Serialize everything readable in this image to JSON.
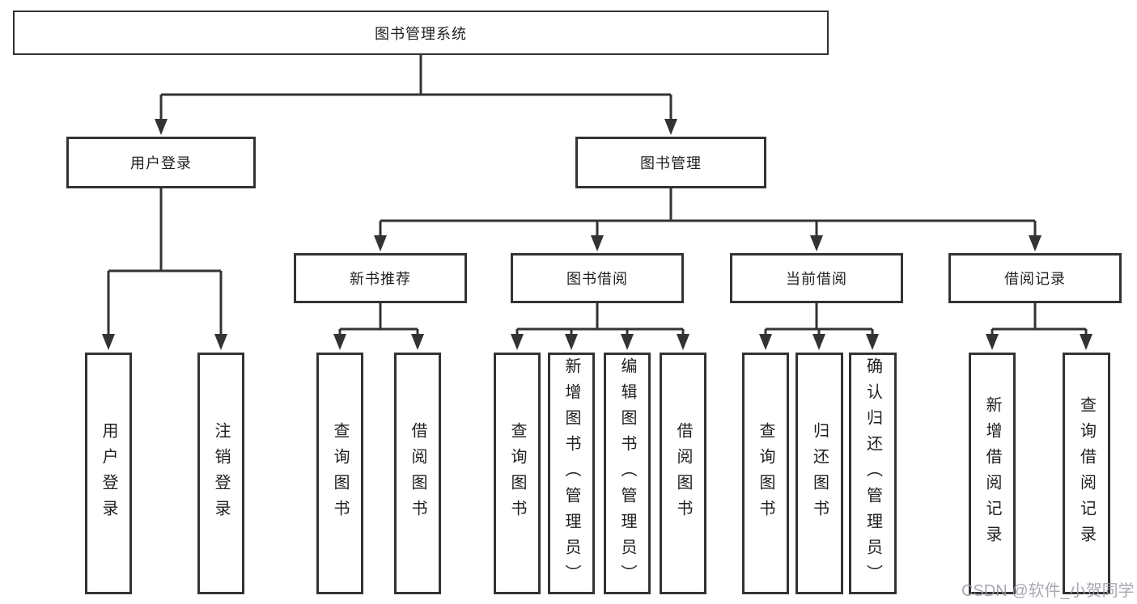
{
  "tree": {
    "root": "图书管理系统",
    "branches": [
      {
        "label": "用户登录",
        "children": [
          {
            "label": "用户登录"
          },
          {
            "label": "注销登录"
          }
        ]
      },
      {
        "label": "图书管理",
        "children": [
          {
            "label": "新书推荐",
            "children": [
              {
                "label": "查询图书"
              },
              {
                "label": "借阅图书"
              }
            ]
          },
          {
            "label": "图书借阅",
            "children": [
              {
                "label": "查询图书"
              },
              {
                "label": "新增图书（管理员）"
              },
              {
                "label": "编辑图书（管理员）"
              },
              {
                "label": "借阅图书"
              }
            ]
          },
          {
            "label": "当前借阅",
            "children": [
              {
                "label": "查询图书"
              },
              {
                "label": "归还图书"
              },
              {
                "label": "确认归还（管理员）"
              }
            ]
          },
          {
            "label": "借阅记录",
            "children": [
              {
                "label": "新增借阅记录"
              },
              {
                "label": "查询借阅记录"
              }
            ]
          }
        ]
      }
    ]
  },
  "watermark": "CSDN @软件_小贺同学",
  "colors": {
    "line": "#333333",
    "box_border": "#333333",
    "text": "#1f1f1f",
    "background": "#ffffff",
    "watermark": "#979aa5"
  }
}
